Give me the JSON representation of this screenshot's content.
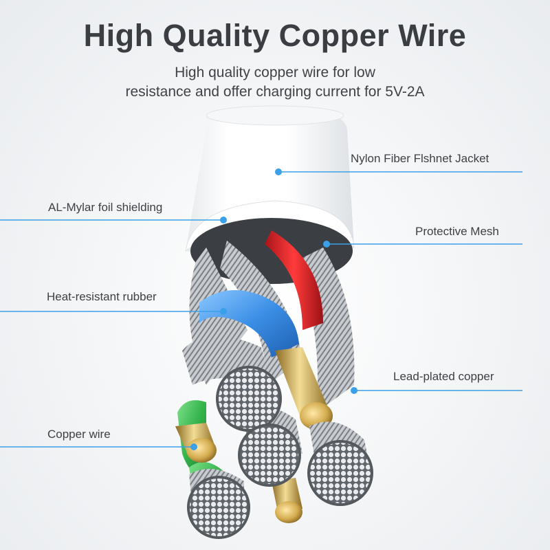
{
  "header": {
    "title": "High Quality Copper Wire",
    "subtitle_line1": "High quality copper wire for low",
    "subtitle_line2": "resistance and offer charging current for 5V-2A"
  },
  "callouts": {
    "nylon_jacket": "Nylon Fiber Flshnet Jacket",
    "mylar_foil": "AL-Mylar foil shielding",
    "protective_mesh": "Protective Mesh",
    "heat_rubber": "Heat-resistant rubber",
    "lead_copper": "Lead-plated copper",
    "copper_wire": "Copper wire"
  },
  "colors": {
    "accent_line": "#3aa0e8",
    "red_wire": "#d8252a",
    "blue_wire": "#3a8ee6",
    "green_wire": "#33b24a",
    "gold": "#c9a64a",
    "jacket": "#ffffff"
  }
}
